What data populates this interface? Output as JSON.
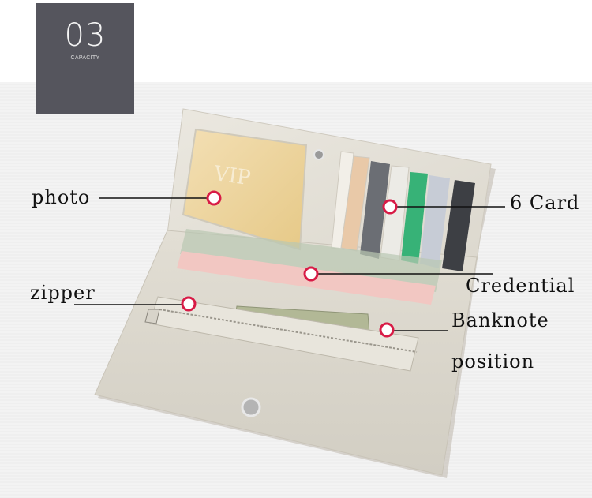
{
  "badge": {
    "number": "03",
    "subtitle": "CAPACITY"
  },
  "callouts": {
    "photo": "photo",
    "card": "6 Card",
    "credential": "Credential",
    "zipper": "zipper",
    "banknote": "Banknote",
    "position": "position"
  },
  "colors": {
    "marker": "#d81b46",
    "badge_bg": "#55555d",
    "wallet": "#e6e3da"
  }
}
